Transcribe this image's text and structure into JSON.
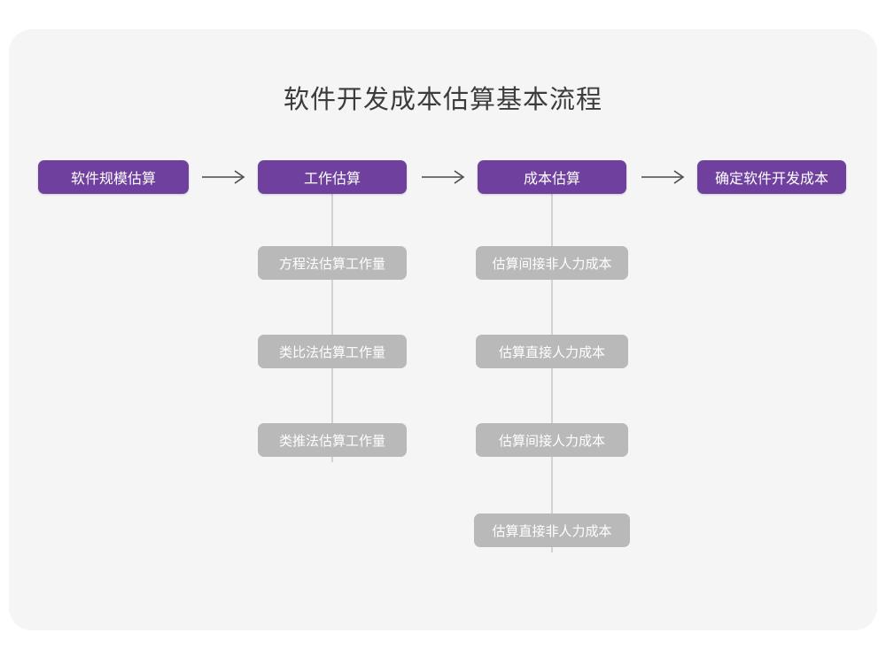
{
  "page": {
    "background_color": "#ffffff",
    "card_color": "#f5f5f5"
  },
  "title": "软件开发成本估算基本流程",
  "colors": {
    "primary_node": "#70409e",
    "secondary_node": "#b9b9b9",
    "connector": "#d2d2d2",
    "arrow": "#4a4a4a",
    "title_text": "#3c3c3c",
    "node_text": "#ffffff"
  },
  "chart_data": {
    "type": "diagram",
    "title": "软件开发成本估算基本流程",
    "orientation": "left-to-right main flow with vertical sub-steps",
    "stages": [
      {
        "id": "stage-1",
        "label": "软件规模估算",
        "level": "primary",
        "substeps": []
      },
      {
        "id": "stage-2",
        "label": "工作估算",
        "level": "primary",
        "substeps": [
          "方程法估算工作量",
          "类比法估算工作量",
          "类推法估算工作量"
        ]
      },
      {
        "id": "stage-3",
        "label": "成本估算",
        "level": "primary",
        "substeps": [
          "估算间接非人力成本",
          "估算直接人力成本",
          "估算间接人力成本",
          "估算直接非人力成本"
        ]
      },
      {
        "id": "stage-4",
        "label": "确定软件开发成本",
        "level": "primary",
        "substeps": []
      }
    ],
    "connectors": [
      {
        "from": "stage-1",
        "to": "stage-2",
        "style": "arrow",
        "glyph": "→"
      },
      {
        "from": "stage-2",
        "to": "stage-3",
        "style": "arrow",
        "glyph": "→"
      },
      {
        "from": "stage-3",
        "to": "stage-4",
        "style": "arrow",
        "glyph": "→"
      }
    ]
  },
  "nodes": {
    "stage1": "软件规模估算",
    "stage2": "工作估算",
    "stage3": "成本估算",
    "stage4": "确定软件开发成本",
    "col2": {
      "s1": "方程法估算工作量",
      "s2": "类比法估算工作量",
      "s3": "类推法估算工作量"
    },
    "col3": {
      "s1": "估算间接非人力成本",
      "s2": "估算直接人力成本",
      "s3": "估算间接人力成本",
      "s4": "估算直接非人力成本"
    }
  },
  "arrows": {
    "a1": "→",
    "a2": "→",
    "a3": "→"
  }
}
